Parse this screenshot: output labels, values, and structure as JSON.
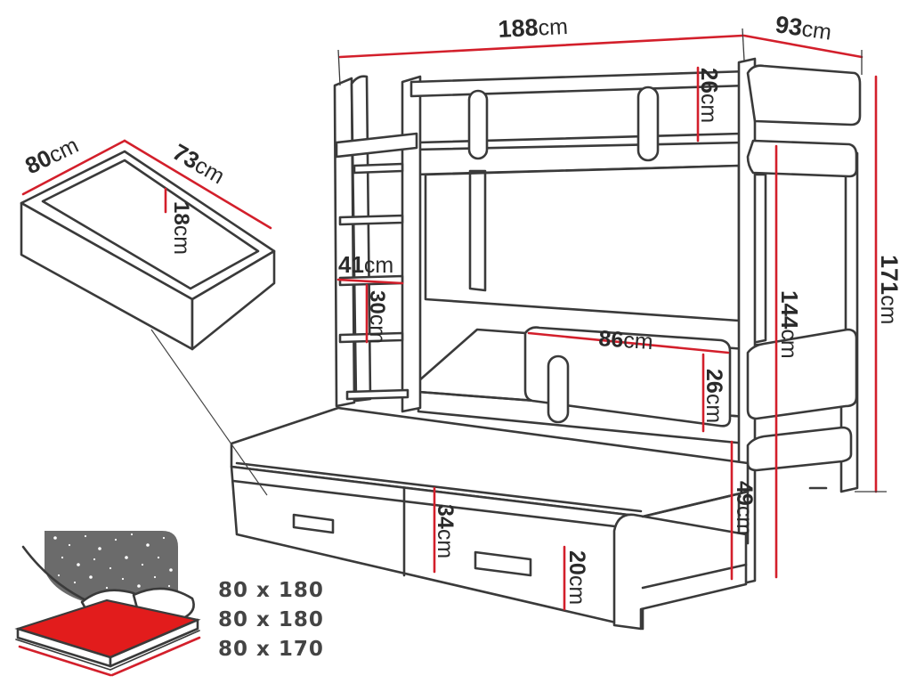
{
  "colors": {
    "dimension_line": "#d31f2b",
    "outline": "#3a3a3a",
    "mattress_top": "#e21c1c",
    "night_panel": "#6b6b6b"
  },
  "dimensions": {
    "bed_length": {
      "value": "188",
      "unit": "cm"
    },
    "bed_depth": {
      "value": "93",
      "unit": "cm"
    },
    "total_height": {
      "value": "171",
      "unit": "cm"
    },
    "top_guard_height": {
      "value": "26",
      "unit": "cm"
    },
    "lower_bed_height": {
      "value": "144",
      "unit": "cm"
    },
    "ladder_width": {
      "value": "41",
      "unit": "cm"
    },
    "ladder_step_spacing": {
      "value": "30",
      "unit": "cm"
    },
    "guard_rail_length": {
      "value": "86",
      "unit": "cm"
    },
    "guard_rail_height": {
      "value": "26",
      "unit": "cm"
    },
    "trundle_height": {
      "value": "49",
      "unit": "cm"
    },
    "drawer_front_height": {
      "value": "34",
      "unit": "cm"
    },
    "drawer_box_height": {
      "value": "20",
      "unit": "cm"
    }
  },
  "drawer_detail": {
    "width": {
      "value": "80",
      "unit": "cm"
    },
    "length": {
      "value": "73",
      "unit": "cm"
    },
    "height": {
      "value": "18",
      "unit": "cm"
    }
  },
  "mattress_sizes": [
    "80 x 180",
    "80 x 180",
    "80 x 170"
  ]
}
